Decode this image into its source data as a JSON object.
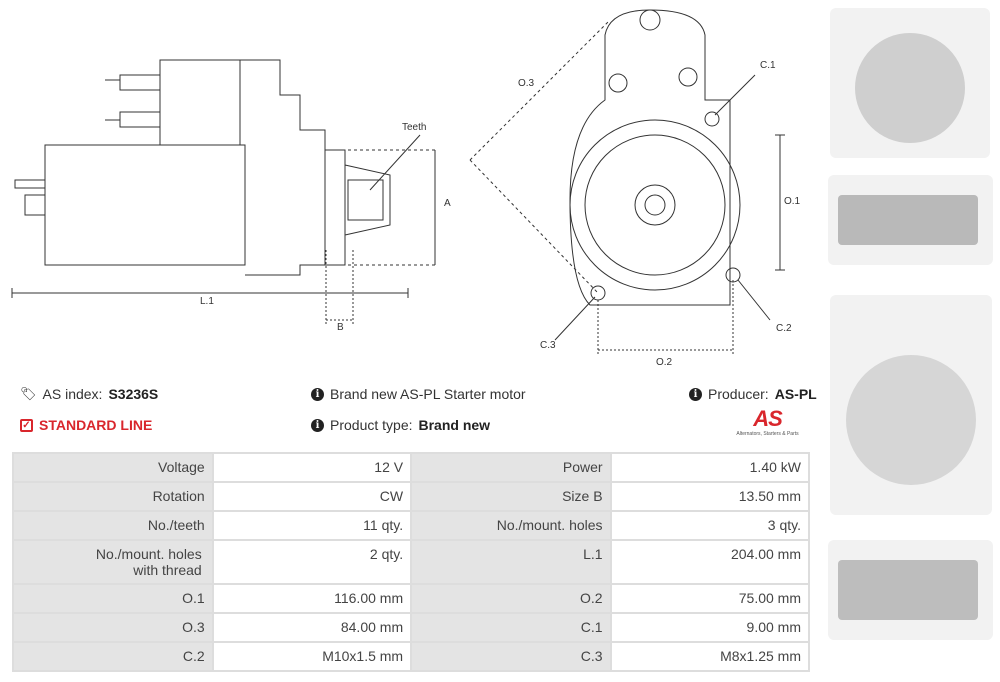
{
  "drawing": {
    "teeth": "Teeth",
    "a": "A",
    "b": "B",
    "l1": "L.1",
    "o1": "O.1",
    "o2": "O.2",
    "o3": "O.3",
    "c1": "C.1",
    "c2": "C.2",
    "c3": "C.3"
  },
  "info": {
    "as_index_label": "AS index:",
    "as_index": "S3236S",
    "line": "STANDARD LINE",
    "description": "Brand new AS-PL Starter motor",
    "product_type_label": "Product type:",
    "product_type": "Brand new",
    "producer_label": "Producer:",
    "producer": "AS-PL",
    "logo_text": "AS",
    "logo_tagline": "Alternators, Starters & Parts"
  },
  "colors": {
    "accent": "#d9262c"
  },
  "specs": [
    [
      "Voltage",
      "12 V",
      "Power",
      "1.40 kW"
    ],
    [
      "Rotation",
      "CW",
      "Size B",
      "13.50 mm"
    ],
    [
      "No./teeth",
      "11 qty.",
      "No./mount. holes",
      "3 qty."
    ],
    [
      "No./mount. holes with thread",
      "2 qty.",
      "L.1",
      "204.00 mm"
    ],
    [
      "O.1",
      "116.00 mm",
      "O.2",
      "75.00 mm"
    ],
    [
      "O.3",
      "84.00 mm",
      "C.1",
      "9.00 mm"
    ],
    [
      "C.2",
      "M10x1.5 mm",
      "C.3",
      "M8x1.25 mm"
    ]
  ]
}
